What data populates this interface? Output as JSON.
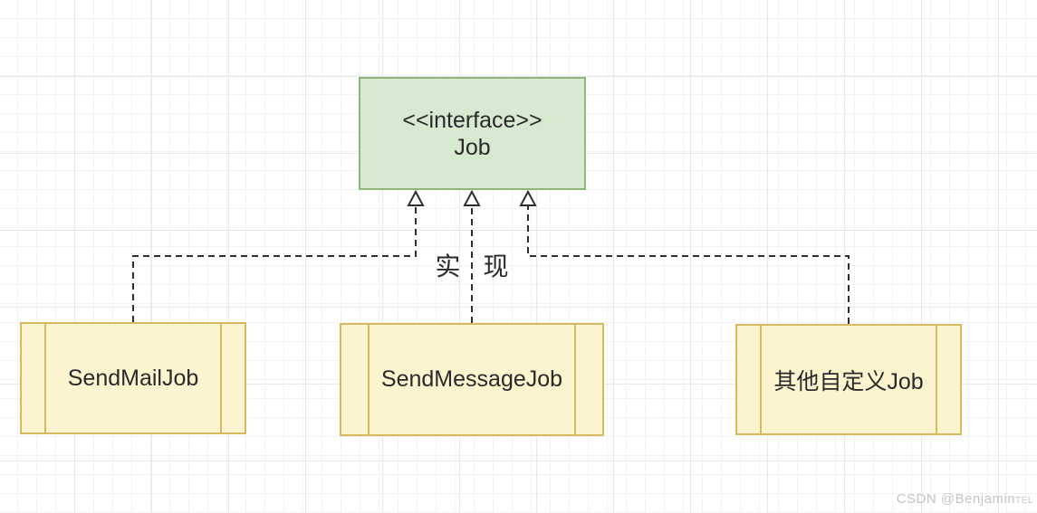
{
  "diagram": {
    "interface": {
      "stereotype": "<<interface>>",
      "name": "Job"
    },
    "realization_label": [
      "实",
      "现"
    ],
    "implementations": [
      {
        "name": "SendMailJob"
      },
      {
        "name": "SendMessageJob"
      },
      {
        "name": "其他自定义Job"
      }
    ],
    "colors": {
      "interface_fill": "#d8e9d2",
      "interface_stroke": "#8cb878",
      "implementation_fill": "#fcf3cf",
      "implementation_stroke": "#d8ba5e",
      "connector": "#2e2e2e",
      "text": "#2a2a2a",
      "grid_minor": "#f3f3f6",
      "grid_major": "#e7e7ec"
    }
  },
  "watermark": {
    "text": "CSDN @Benjamin",
    "suffix": "TEL"
  }
}
